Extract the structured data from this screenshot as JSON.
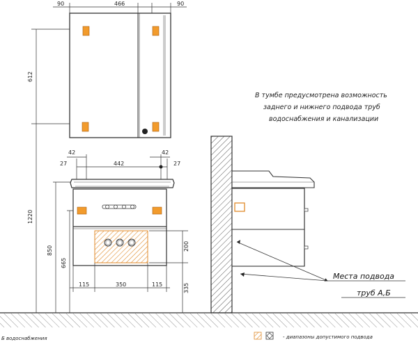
{
  "dimensions": {
    "mirror_side_left": "90",
    "mirror_width": "466",
    "mirror_side_right": "90",
    "mirror_height": "612",
    "total_height": "1220",
    "mount_top_height": "850",
    "mount_lower_height": "665",
    "vanity_offset_left_42": "42",
    "vanity_offset_right_42": "42",
    "vanity_edge_left_27": "27",
    "vanity_edge_right_27": "27",
    "vanity_center_width": "442",
    "pipe_zone_height": "200",
    "pipe_zone_floor_height": "335",
    "pipe_zone_left_margin": "115",
    "pipe_zone_width": "350",
    "pipe_zone_right_margin": "115"
  },
  "note": {
    "line1": "В тумбе предусмотрена возможность",
    "line2": "заднего и нижнего подвода труб",
    "line3": "водоснабжения и канализации"
  },
  "callout": {
    "line1": "Места подвода",
    "line2": "труб А,Б"
  },
  "legend": {
    "left_text": "Б водоснабжения",
    "right_text": "- диапазоны допустимого подвода"
  }
}
